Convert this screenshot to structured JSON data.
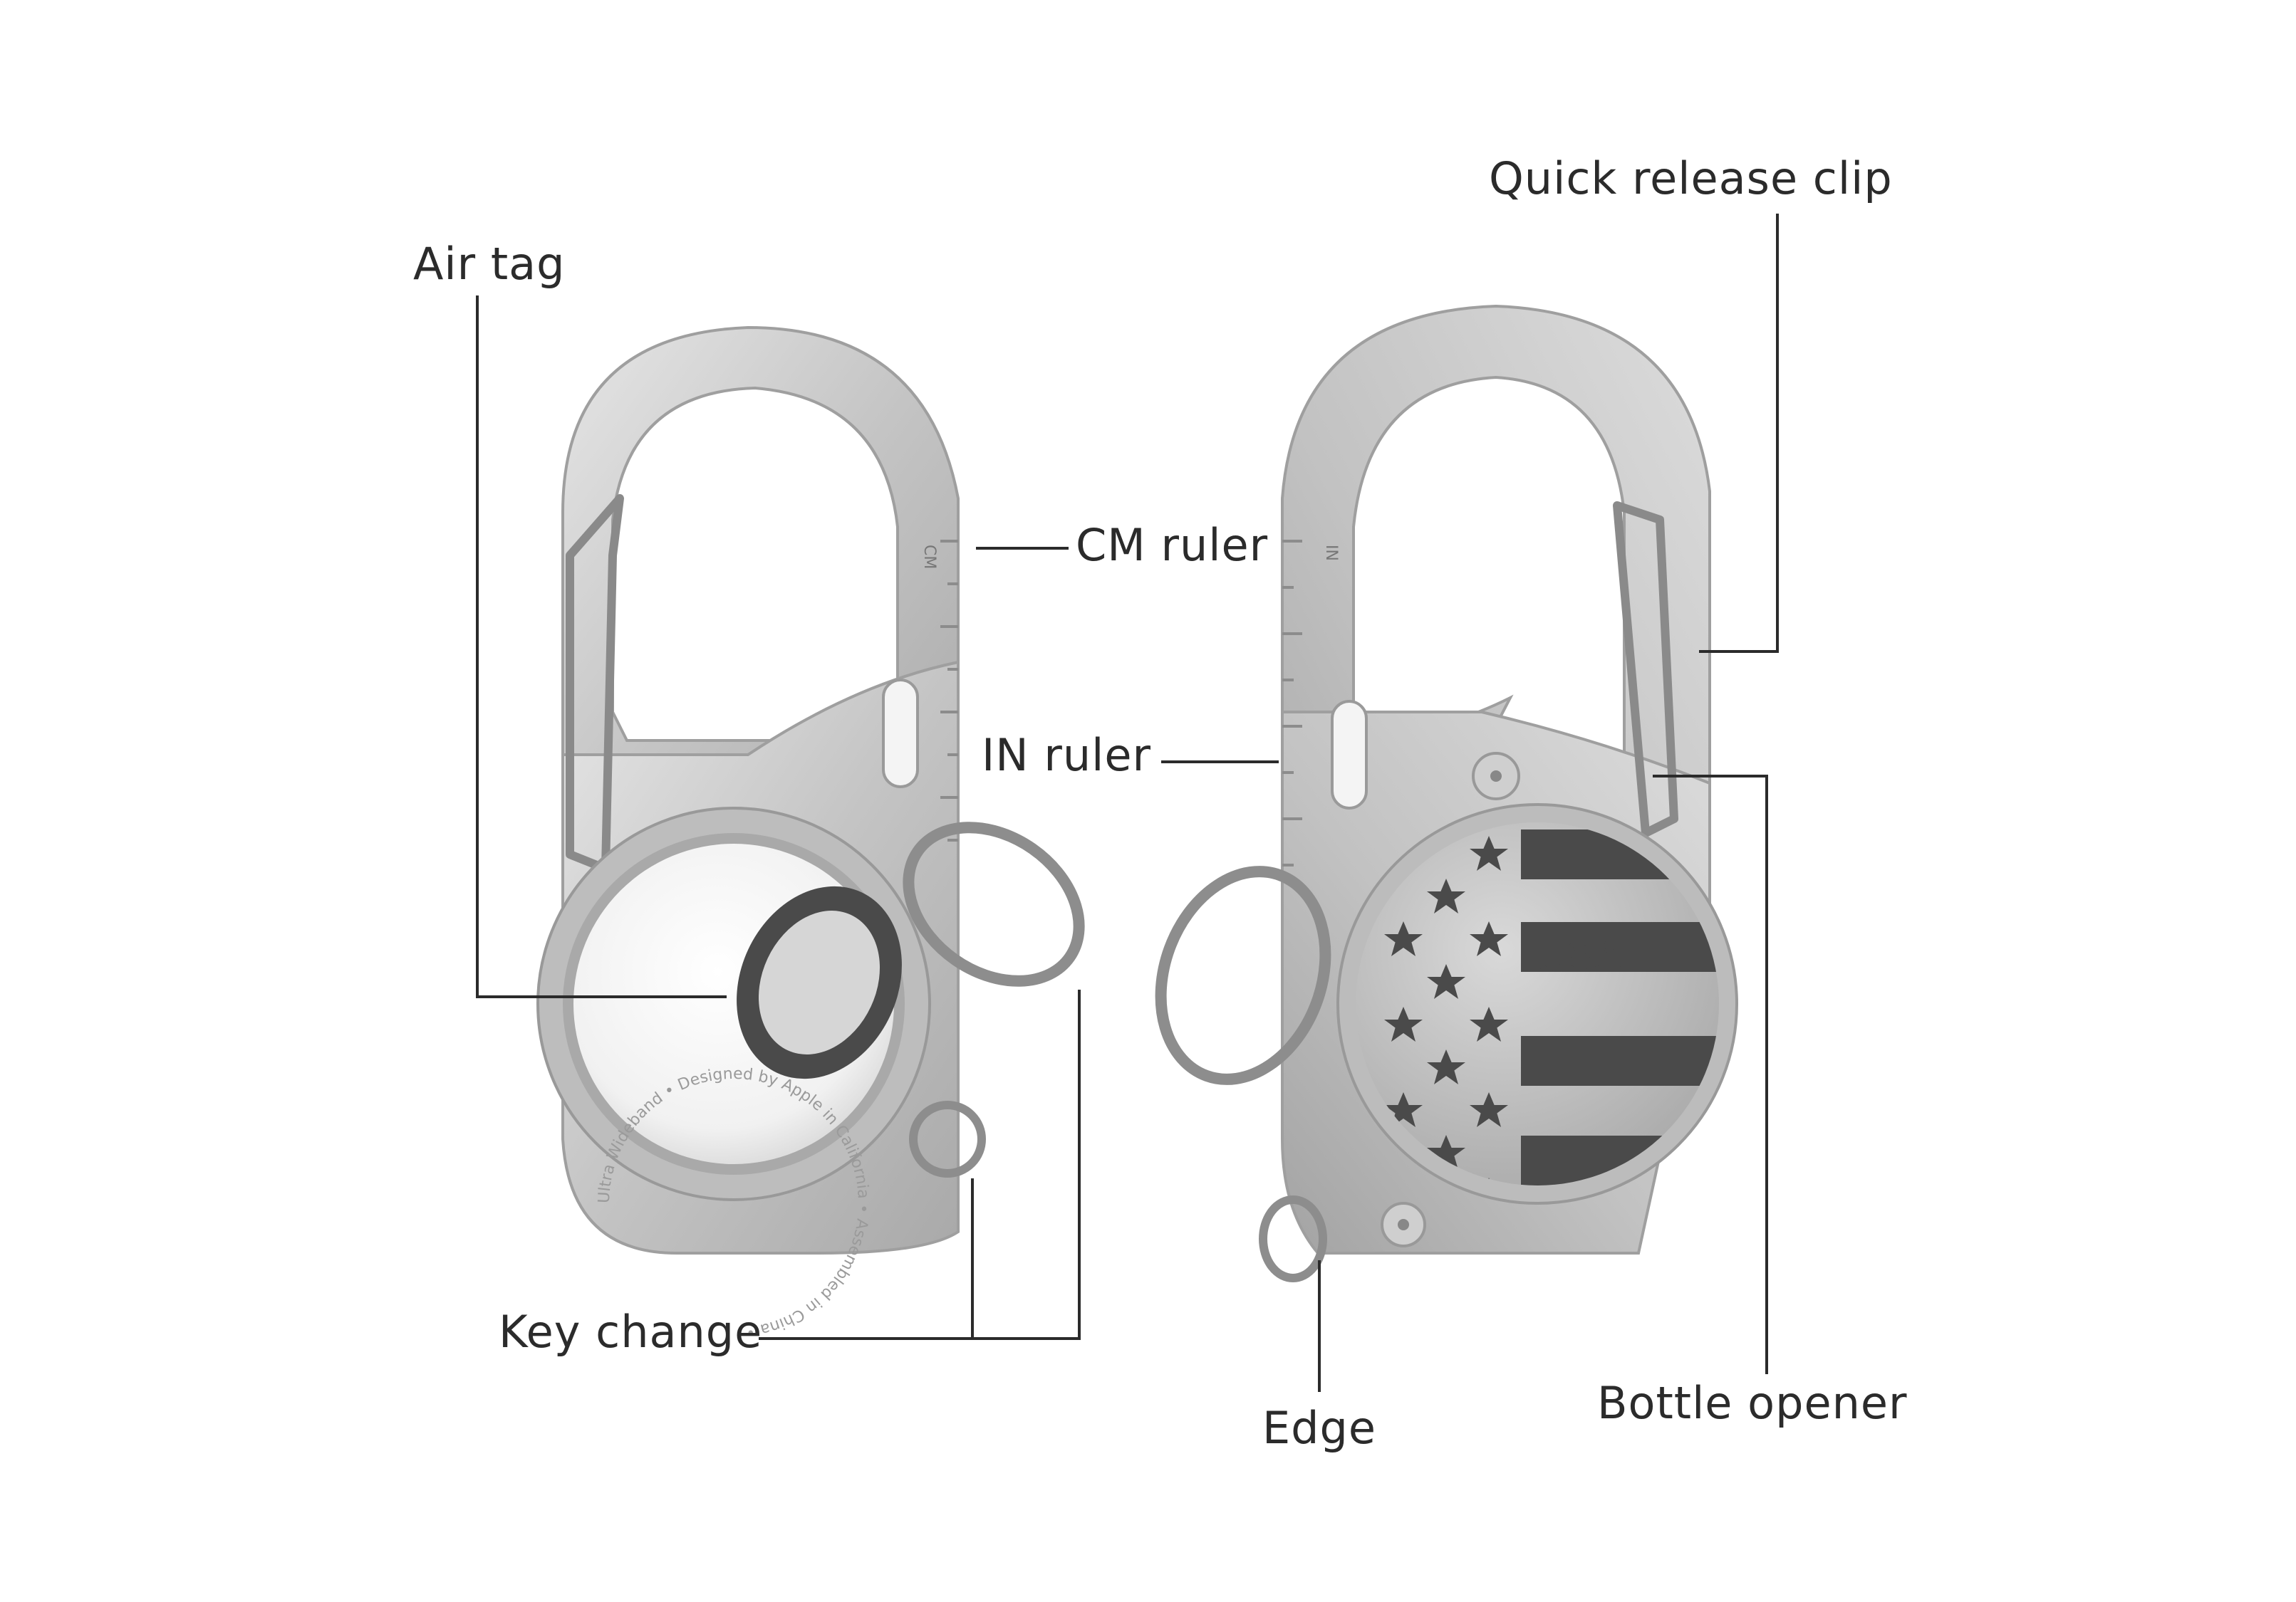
{
  "callouts": {
    "quick_release_clip": "Quick release clip",
    "air_tag": "Air tag",
    "cm_ruler": "CM ruler",
    "in_ruler": "IN ruler",
    "key_change": "Key change",
    "edge": "Edge",
    "bottle_opener": "Bottle opener"
  },
  "engravings": {
    "cm_mark": "CM",
    "in_mark": "IN",
    "flag_text": "USA",
    "airtag_ring_text": "Ultra Wideband • Designed by Apple in California • Assembled in China •"
  },
  "colors": {
    "label_text": "#2b2b2b",
    "leader_line": "#2b2b2b",
    "aluminum": "#c7c7c7",
    "aluminum_dark": "#9a9a9a",
    "flag_stripe": "#4a4a4a",
    "background": "#ffffff"
  },
  "icons": {
    "left_product": "carabiner-keychain-airtag-front",
    "right_product": "carabiner-keychain-usa-flag-back",
    "flag_stars": "star-icon"
  }
}
